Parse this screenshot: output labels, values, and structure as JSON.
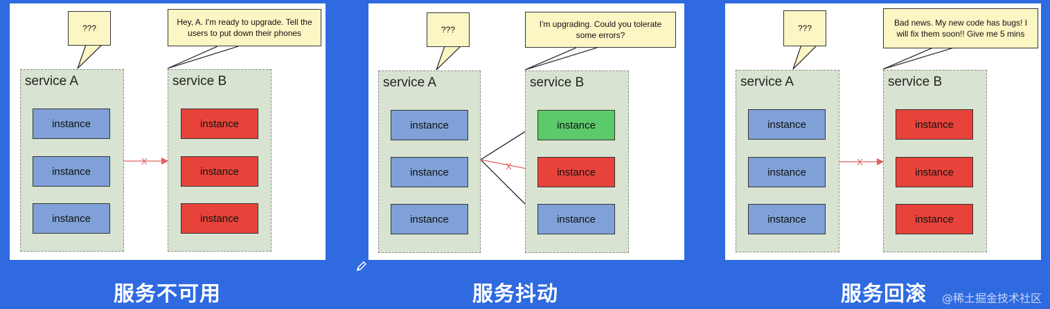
{
  "colors": {
    "background": "#2f6ae0",
    "service_fill": "#d8e4d1",
    "instance_blue": "#7fa1d8",
    "instance_red": "#e8433a",
    "instance_green": "#5cc96b",
    "callout_fill": "#fcf5c4",
    "x_arrow": "#e06060"
  },
  "panels": [
    {
      "caption": "服务不可用",
      "service_a": {
        "label": "service A",
        "instances": [
          "instance",
          "instance",
          "instance"
        ]
      },
      "service_b": {
        "label": "service B",
        "instances": [
          "instance",
          "instance",
          "instance"
        ]
      },
      "instance_colors_b": [
        "red",
        "red",
        "red"
      ],
      "callout_a": "???",
      "callout_b": "Hey, A. I'm ready to upgrade. Tell the users to put down their phones",
      "x_mark": "X"
    },
    {
      "caption": "服务抖动",
      "service_a": {
        "label": "service A",
        "instances": [
          "instance",
          "instance",
          "instance"
        ]
      },
      "service_b": {
        "label": "service B",
        "instances": [
          "instance",
          "instance",
          "instance"
        ]
      },
      "instance_colors_b": [
        "green",
        "red",
        "blue"
      ],
      "callout_a": "???",
      "callout_b": "I'm upgrading. Could you tolerate some errors?",
      "x_mark": "X"
    },
    {
      "caption": "服务回滚",
      "service_a": {
        "label": "service A",
        "instances": [
          "instance",
          "instance",
          "instance"
        ]
      },
      "service_b": {
        "label": "service B",
        "instances": [
          "instance",
          "instance",
          "instance"
        ]
      },
      "instance_colors_b": [
        "red",
        "red",
        "red"
      ],
      "callout_a": "???",
      "callout_b": "Bad news. My new code has bugs! I will fix them soon!! Give me 5 mins",
      "x_mark": "X"
    }
  ],
  "watermark": "@稀土掘金技术社区",
  "icons": {
    "pen": "pen-icon"
  }
}
